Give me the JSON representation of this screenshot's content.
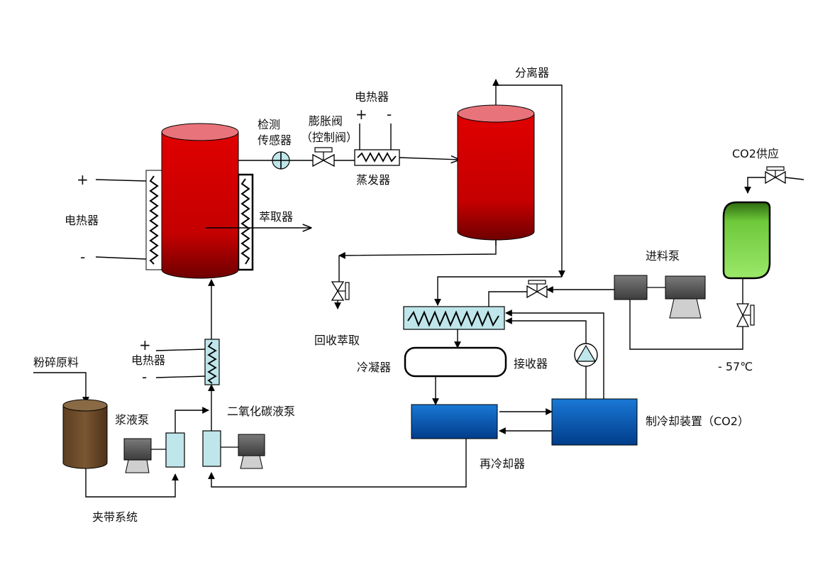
{
  "labels": {
    "extractor": "萃取器",
    "heater_left": "电热器",
    "plus": "+",
    "minus": "-",
    "sensor_line1": "检测",
    "sensor_line2": "传感器",
    "valve_line1": "膨胀阀",
    "valve_line2": "（控制阀）",
    "heater_top": "电热器",
    "evaporator": "蒸发器",
    "separator": "分离器",
    "recovery": "回收萃取",
    "co2_supply": "CO2供应",
    "feed_pump": "进料泵",
    "temperature": "- 57℃",
    "condenser": "冷凝器",
    "receiver": "接收器",
    "refrigeration": "制冷却装置（CO2）",
    "recooler": "再冷却器",
    "heater_bottom": "电热器",
    "co2_pump": "二氧化碳液泵",
    "slurry_pump": "浆液泵",
    "raw_material": "粉碎原料",
    "belt_system": "夹带系统"
  },
  "colors": {
    "vessel_red_top": "#e8737a",
    "vessel_red": "#cc0000",
    "tank_green": "#7ad63e",
    "unit_blue": "#0a5db8",
    "hopper_brown": "#6b4b2a",
    "exchanger_cyan": "#bfe6ea",
    "pump_gray": "#555555"
  },
  "icons": [
    "zigzag-heater-icon",
    "cross-circle-sensor-icon",
    "gate-valve-icon",
    "triangle-pump-icon",
    "motor-pump-icon"
  ]
}
